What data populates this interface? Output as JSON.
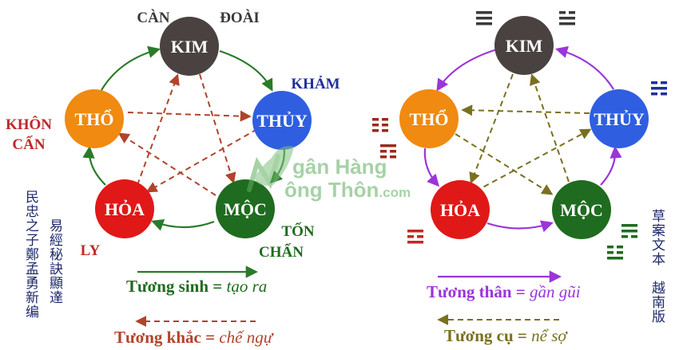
{
  "watermark": {
    "brand": "Ngân Hàng Nông Thôn.com",
    "line1": "gân Hàng",
    "line2": "ông Thôn",
    "suffix": ".com"
  },
  "left": {
    "nodes": {
      "kim": "KIM",
      "thuy": "THỦY",
      "moc": "MỘC",
      "hoa": "HỎA",
      "tho": "THỔ"
    },
    "labels": {
      "can": "CÀN",
      "doai": "ĐOÀI",
      "kham": "KHẢM",
      "khon": "KHÔN",
      "can2": "CẤN",
      "ly": "LY",
      "ton": "TỐN",
      "chan": "CHẤN"
    },
    "legend": {
      "generate_prefix": "Tương sinh = ",
      "generate_term": "tạo ra",
      "control_prefix": "Tương khắc = ",
      "control_term": "chế ngự"
    },
    "vertical_text": {
      "col1": "民忠之子鄭孟勇新编",
      "col2": "易經秘訣顯達"
    }
  },
  "right": {
    "nodes": {
      "kim": "KIM",
      "thuy": "THỦY",
      "moc": "MỘC",
      "hoa": "HỎA",
      "tho": "THỔ"
    },
    "legend": {
      "kin_prefix": "Tương thân = ",
      "kin_term": "gần gũi",
      "fear_prefix": "Tương cụ = ",
      "fear_term": "nể sợ"
    },
    "vertical_text": {
      "col1": "草案文本",
      "col2": "越南版"
    }
  },
  "colors": {
    "kim": "#4a4240",
    "thuy": "#2f5fe0",
    "moc": "#1f6b1f",
    "hoa": "#e01818",
    "tho": "#f08a10",
    "generate": "#2a7a2a",
    "control": "#b0442a",
    "kin": "#9b35d8",
    "fear": "#7a7020",
    "label_dark": "#3a3a3a",
    "label_blue": "#1f2f9a",
    "label_red": "#c0282a"
  }
}
